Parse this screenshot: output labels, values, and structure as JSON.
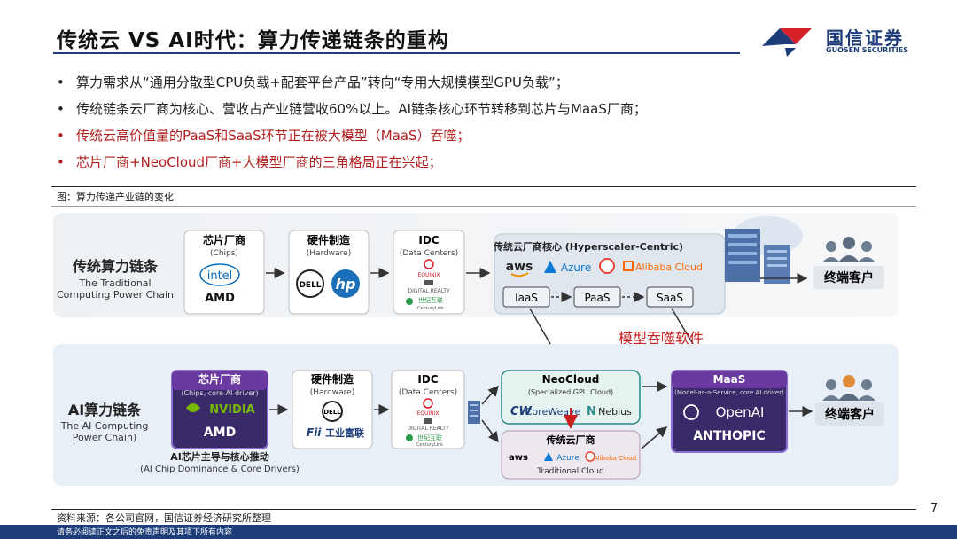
{
  "slide": {
    "title": "传统云 VS AI时代：算力传递链条的重构",
    "page_number": "7",
    "source": "资料来源：各公司官网，国信证券经济研究所整理",
    "disclaimer": "请务必阅读正文之后的免责声明及其项下所有内容"
  },
  "logo": {
    "name_cn": "国信证券",
    "name_en": "GUOSEN SECURITIES"
  },
  "bullets": [
    {
      "text": "算力需求从“通用分散型CPU负载+配套平台产品”转向“专用大规模模型GPU负载”；",
      "highlight": false
    },
    {
      "text": "传统链条云厂商为核心、营收占产业链营收60%以上。AI链条核心环节转移到芯片与MaaS厂商；",
      "highlight": false
    },
    {
      "text": "传统云高价值量的PaaS和SaaS环节正在被大模型（MaaS）吞噬；",
      "highlight": true
    },
    {
      "text": "芯片厂商+NeoCloud厂商+大模型厂商的三角格局正在兴起；",
      "highlight": true
    }
  ],
  "figure": {
    "caption": "图：算力传递产业链的变化",
    "traditional": {
      "label_cn": "传统算力链条",
      "label_en_1": "The Traditional",
      "label_en_2": "Computing Power Chain",
      "chips": {
        "title": "芯片厂商",
        "subtitle": "(Chips)",
        "logos": [
          "intel",
          "AMD"
        ]
      },
      "hardware": {
        "title": "硬件制造",
        "subtitle": "(Hardware)",
        "logos": [
          "DELL",
          "hp"
        ]
      },
      "idc": {
        "title": "IDC",
        "subtitle": "(Data Centers)",
        "logos": [
          "EQUINIX",
          "DIGITAL REALTY",
          "世纪互联",
          "CenturyLink"
        ]
      },
      "cloud": {
        "title": "传统云厂商核心 (Hyperscaler-Centric)",
        "logos": [
          "aws",
          "Azure",
          "Alibaba Cloud"
        ],
        "layers": [
          "IaaS",
          "PaaS",
          "SaaS"
        ]
      },
      "customer": "终端客户"
    },
    "swallow_label": "模型吞噬软件",
    "ai": {
      "label_cn": "AI算力链条",
      "label_en_1": "The AI Computing",
      "label_en_2": "Power Chain)",
      "chips": {
        "title": "芯片厂商",
        "subtitle": "(Chips, core AI driver)",
        "logos": [
          "NVIDIA",
          "AMD"
        ]
      },
      "chips_note_cn": "AI芯片主导与核心推动",
      "chips_note_en": "(AI Chip Dominance & Core Drivers)",
      "hardware": {
        "title": "硬件制造",
        "subtitle": "(Hardware)",
        "logos": [
          "DELL",
          "工业富联"
        ]
      },
      "idc": {
        "title": "IDC",
        "subtitle": "(Data Centers)",
        "logos": [
          "EQUINIX",
          "DIGITAL REALTY",
          "世纪互联",
          "CenturyLink"
        ]
      },
      "neocloud": {
        "title": "NeoCloud",
        "subtitle": "(Specialized GPU Cloud)",
        "logos": [
          "CoreWeave",
          "Nebius"
        ]
      },
      "trad_cloud": {
        "title": "传统云厂商",
        "subtitle": "Traditional Cloud",
        "logos": [
          "aws",
          "Azure",
          "Alibaba Cloud"
        ]
      },
      "maas": {
        "title": "MaaS",
        "subtitle": "(Model-as-a-Service, core AI driver)",
        "logos": [
          "OpenAI",
          "ANTHOPIC"
        ]
      },
      "customer": "终端客户"
    }
  },
  "colors": {
    "brand": "#1c3d7a",
    "highlight": "#b21f1f",
    "maas_purple": "#6a3aa0",
    "neocloud_teal": "#2a8a8a"
  }
}
